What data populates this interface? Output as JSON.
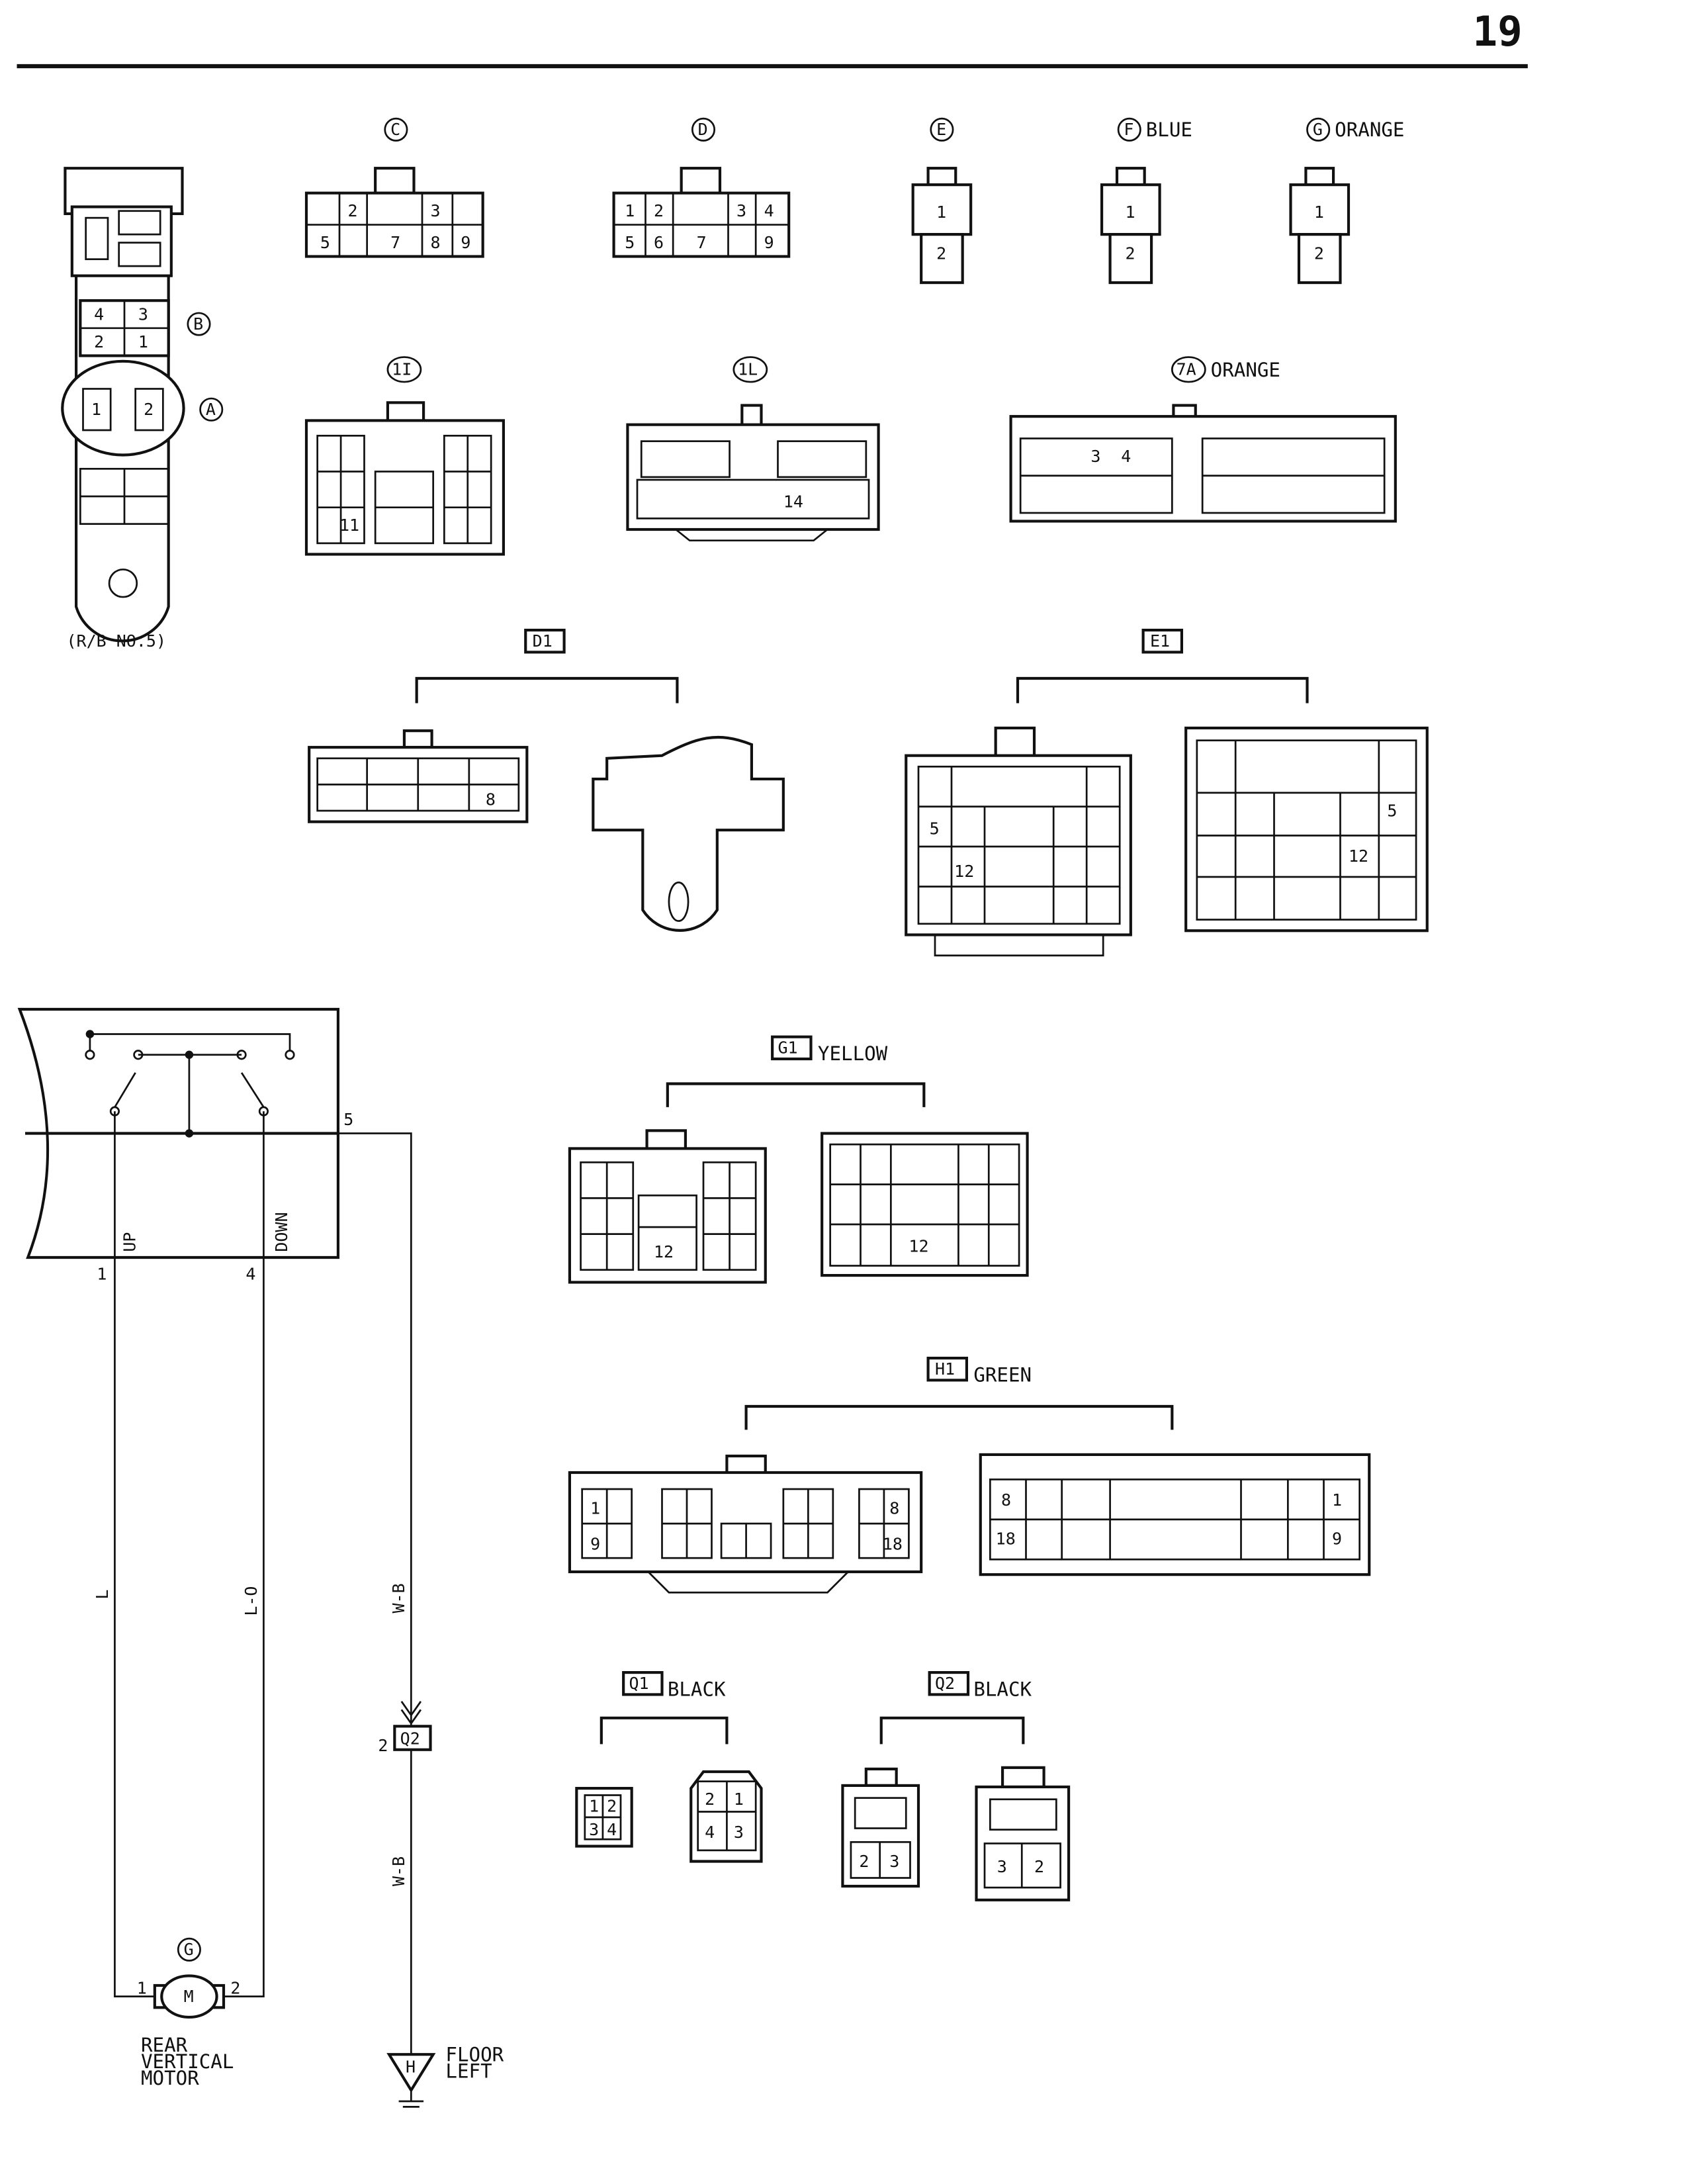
{
  "page_number": "19",
  "connectors": {
    "C": {
      "id": "C",
      "pins": [
        "2",
        "3",
        "5",
        "7",
        "8",
        "9"
      ]
    },
    "D": {
      "id": "D",
      "pins": [
        "1",
        "2",
        "3",
        "4",
        "5",
        "6",
        "7",
        "9"
      ]
    },
    "E": {
      "id": "E",
      "pins": [
        "1",
        "2"
      ]
    },
    "F": {
      "id": "F",
      "color": "BLUE",
      "pins": [
        "1",
        "2"
      ]
    },
    "G": {
      "id": "G",
      "color": "ORANGE",
      "pins": [
        "1",
        "2"
      ]
    },
    "B": {
      "id": "B",
      "pins": [
        "4",
        "3",
        "2",
        "1"
      ]
    },
    "A": {
      "id": "A",
      "pins": [
        "1",
        "2"
      ]
    },
    "rb_label": "(R/B NO.5)",
    "1I": {
      "id": "1I",
      "pins": [
        "11"
      ]
    },
    "1L": {
      "id": "1L",
      "pins": [
        "14"
      ]
    },
    "7A": {
      "id": "7A",
      "color": "ORANGE",
      "pins": [
        "3",
        "4"
      ]
    },
    "D1": {
      "id": "D1",
      "pins": [
        "8"
      ]
    },
    "E1": {
      "id": "E1",
      "pins": [
        "5",
        "12",
        "5",
        "12"
      ]
    },
    "G1": {
      "id": "G1",
      "color": "YELLOW",
      "pins": [
        "12",
        "12"
      ]
    },
    "H1": {
      "id": "H1",
      "color": "GREEN",
      "pins": [
        "1",
        "9",
        "8",
        "18",
        "8",
        "18",
        "1",
        "9"
      ]
    },
    "Q1": {
      "id": "Q1",
      "color": "BLACK",
      "pins": [
        "1",
        "2",
        "3",
        "4",
        "2",
        "1",
        "4",
        "3"
      ]
    },
    "Q2": {
      "id": "Q2",
      "color": "BLACK",
      "pins": [
        "2",
        "3",
        "3",
        "2"
      ]
    }
  },
  "schematic": {
    "switch_pins": [
      "1",
      "4",
      "5"
    ],
    "up_label": "UP",
    "down_label": "DOWN",
    "wires": [
      "L",
      "L-O",
      "W-B",
      "W-B"
    ],
    "junction": {
      "id": "Q2",
      "pin": "2"
    },
    "motor": {
      "connector": "G",
      "symbol": "M",
      "pins": [
        "1",
        "2"
      ],
      "name_lines": [
        "REAR",
        "VERTICAL",
        "MOTOR"
      ]
    },
    "ground": {
      "id": "H",
      "name_lines": [
        "FLOOR",
        "LEFT"
      ]
    }
  }
}
